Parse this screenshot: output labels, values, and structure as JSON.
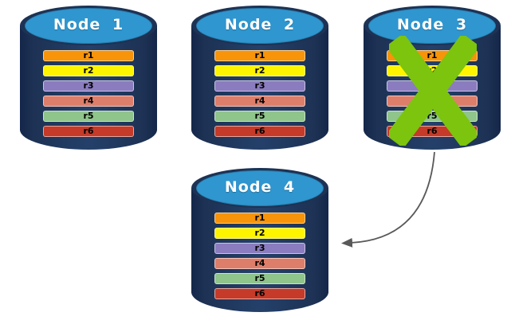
{
  "diagram": {
    "description": "Replicated database nodes with node failure and failover",
    "nodes": [
      {
        "label": "Node 1",
        "status": "active"
      },
      {
        "label": "Node 2",
        "status": "active"
      },
      {
        "label": "Node 3",
        "status": "failed"
      },
      {
        "label": "Node 4",
        "status": "active"
      }
    ],
    "records": [
      {
        "label": "r1",
        "color": "#F7940A"
      },
      {
        "label": "r2",
        "color": "#FEF400"
      },
      {
        "label": "r3",
        "color": "#8B7CBF"
      },
      {
        "label": "r4",
        "color": "#DD7E6B"
      },
      {
        "label": "r5",
        "color": "#8FC48B"
      },
      {
        "label": "r6",
        "color": "#C53A28"
      }
    ],
    "colors": {
      "cylinder_body": "#1D3254",
      "cylinder_top": "#2F96CF",
      "failure_x": "#7CC40E",
      "arrow": "#595959"
    }
  }
}
